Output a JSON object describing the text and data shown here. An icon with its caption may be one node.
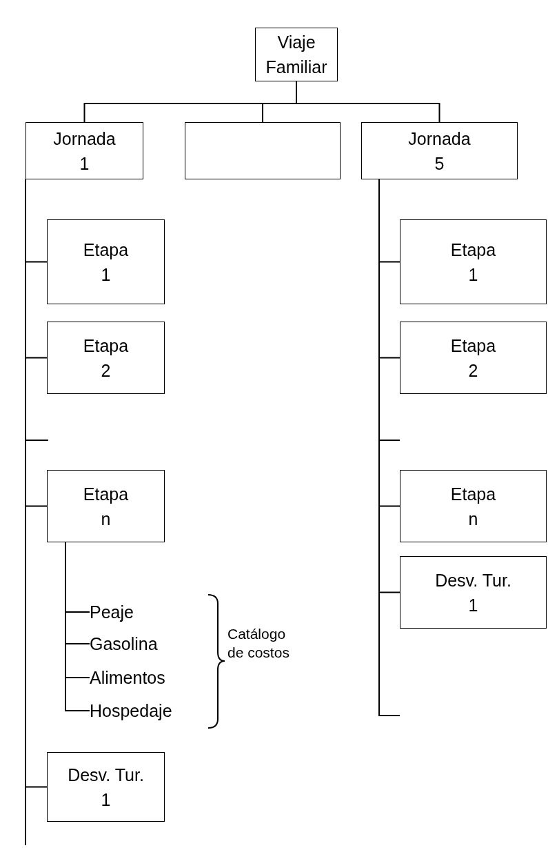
{
  "diagram": {
    "nodes": [
      {
        "text": [
          "Viaje Familiar"
        ]
      },
      {
        "text": [
          "Jornada 1"
        ]
      },
      {
        "text": [],
        "shape": "box"
      },
      {
        "text": [
          "Jornada 5"
        ]
      },
      {
        "text": [
          "Etapa 1"
        ]
      },
      {
        "text": [
          "Etapa 2"
        ]
      },
      {
        "text": [
          "Etapa n"
        ]
      },
      {
        "text": [
          "Peaje"
        ]
      },
      {
        "text": [
          "Gasolina"
        ]
      },
      {
        "text": [
          "Alimentos"
        ]
      },
      {
        "text": [
          "Hospedaje"
        ]
      },
      {
        "text": [
          "Desv. Tur. 1"
        ]
      },
      {
        "text": [
          "Etapa 1"
        ]
      },
      {
        "text": [
          "Etapa 2"
        ]
      },
      {
        "text": [
          "Etapa n"
        ]
      },
      {
        "text": [
          "Desv. Tur. 1"
        ]
      }
    ],
    "edges": [
      {
        "from": 0,
        "to": 1,
        "arrow": "none"
      },
      {
        "from": 0,
        "to": 2,
        "arrow": "none"
      },
      {
        "from": 0,
        "to": 3,
        "arrow": "none"
      },
      {
        "from": 1,
        "to": 4,
        "arrow": "none"
      },
      {
        "from": 1,
        "to": 5,
        "arrow": "none"
      },
      {
        "from": 1,
        "to": null,
        "arrow": "none"
      },
      {
        "from": 1,
        "to": 6,
        "arrow": "none"
      },
      {
        "from": 1,
        "to": 11,
        "arrow": "none"
      },
      {
        "from": 1,
        "to": null,
        "arrow": "none"
      },
      {
        "from": 6,
        "to": 7,
        "arrow": "none"
      },
      {
        "from": 6,
        "to": 8,
        "arrow": "none"
      },
      {
        "from": 6,
        "to": 9,
        "arrow": "none"
      },
      {
        "from": 6,
        "to": 10,
        "arrow": "none"
      },
      {
        "from": 3,
        "to": 12,
        "arrow": "none"
      },
      {
        "from": 3,
        "to": 13,
        "arrow": "none"
      },
      {
        "from": 3,
        "to": null,
        "arrow": "none"
      },
      {
        "from": 3,
        "to": 14,
        "arrow": "none"
      },
      {
        "from": 3,
        "to": 15,
        "arrow": "none"
      },
      {
        "from": 3,
        "to": null,
        "arrow": "none"
      }
    ],
    "labels": [
      "Catálogo de costos"
    ]
  }
}
